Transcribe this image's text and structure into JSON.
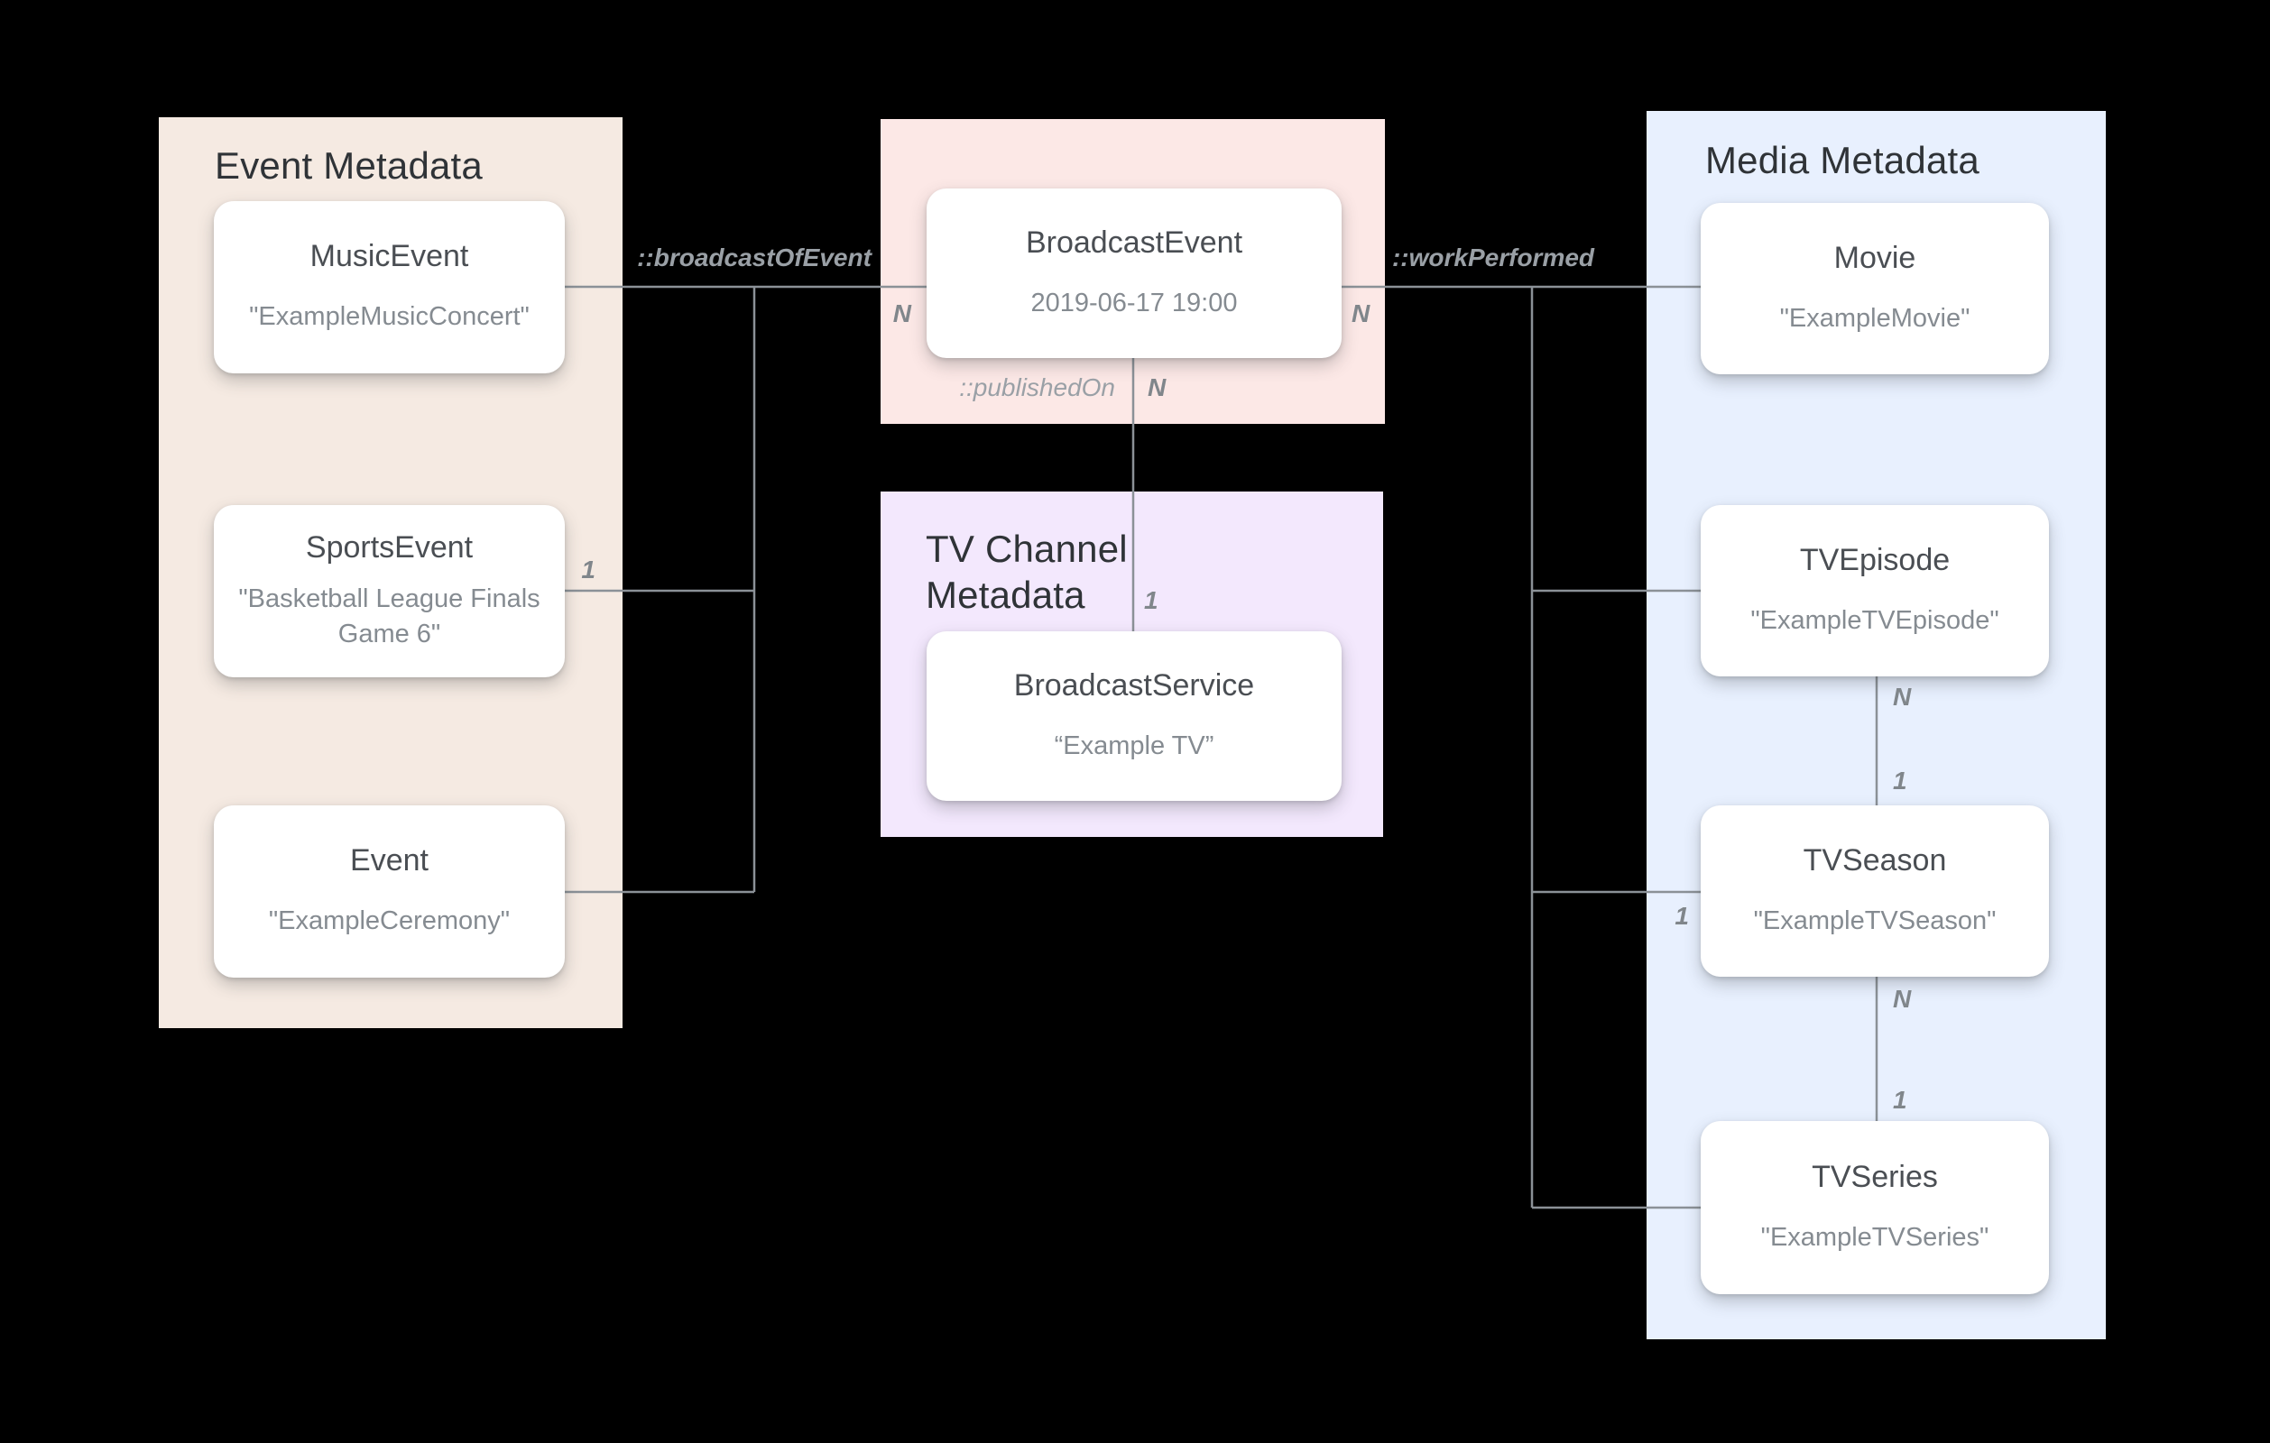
{
  "panels": {
    "event": {
      "title": "Event Metadata",
      "color": "#F5EAE2"
    },
    "broadcast": {
      "color": "#FCE8E6"
    },
    "tv_channel": {
      "title": "TV Channel Metadata",
      "color": "#F3E8FD"
    },
    "media": {
      "title": "Media Metadata",
      "color": "#E8F0FE"
    }
  },
  "nodes": {
    "music_event": {
      "title": "MusicEvent",
      "subtitle": "\"ExampleMusicConcert\""
    },
    "sports_event": {
      "title": "SportsEvent",
      "subtitle": "\"Basketball League Finals Game 6\""
    },
    "event": {
      "title": "Event",
      "subtitle": "\"ExampleCeremony\""
    },
    "broadcast_event": {
      "title": "BroadcastEvent",
      "subtitle": "2019-06-17 19:00"
    },
    "broadcast_service": {
      "title": "BroadcastService",
      "subtitle": "“Example TV”"
    },
    "movie": {
      "title": "Movie",
      "subtitle": "\"ExampleMovie\""
    },
    "tv_episode": {
      "title": "TVEpisode",
      "subtitle": "\"ExampleTVEpisode\""
    },
    "tv_season": {
      "title": "TVSeason",
      "subtitle": "\"ExampleTVSeason\""
    },
    "tv_series": {
      "title": "TVSeries",
      "subtitle": "\"ExampleTVSeries\""
    }
  },
  "relations": {
    "broadcast_of_event": "::broadcastOfEvent",
    "work_performed": "::workPerformed",
    "published_on": "::publishedOn"
  },
  "cards": {
    "broadcast_left_n": "N",
    "broadcast_right_n": "N",
    "published_on_n": "N",
    "published_on_1": "1",
    "sports_event_1": "1",
    "tv_episode_n": "N",
    "tv_episode_1": "1",
    "tv_season_left_1": "1",
    "tv_season_n": "N",
    "tv_series_1": "1"
  },
  "colors": {
    "background": "#000000",
    "connector_line": "#8B9197",
    "node_title_text": "#4A4E53",
    "node_subtitle_text": "#858B91",
    "panel_title_text": "#2F3337",
    "relation_label_text": "#9AA0A6",
    "cardinality_text": "#80868B"
  }
}
